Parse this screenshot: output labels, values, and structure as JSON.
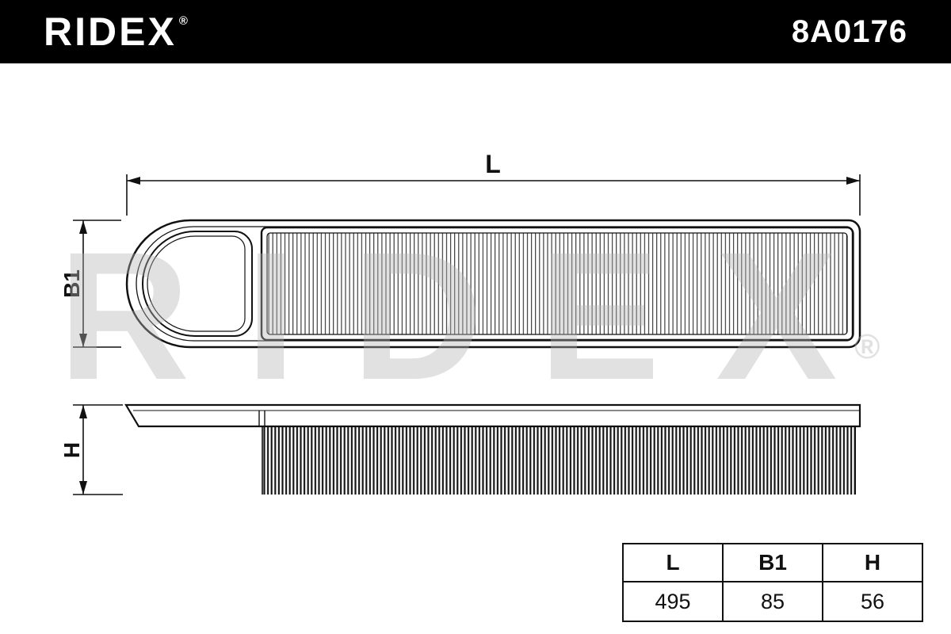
{
  "header": {
    "brand": "RIDEX",
    "registered_mark": "®",
    "part_number": "8A0176"
  },
  "watermark": {
    "text": "RIDEX",
    "registered_mark": "®"
  },
  "drawing": {
    "length_label": "L",
    "width_label": "B1",
    "height_label": "H"
  },
  "spec_table": {
    "columns": [
      "L",
      "B1",
      "H"
    ],
    "values": [
      "495",
      "85",
      "56"
    ]
  },
  "colors": {
    "header_bg": "#000000",
    "line": "#111111",
    "watermark": "#b5b5b5"
  }
}
